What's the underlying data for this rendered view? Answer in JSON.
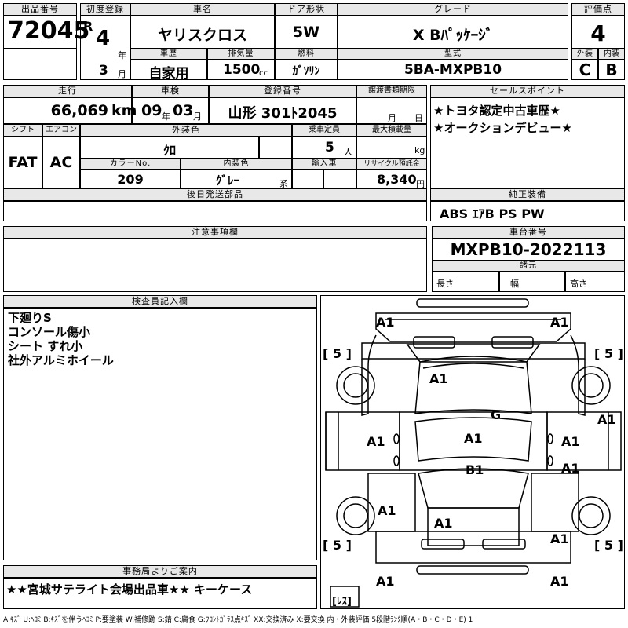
{
  "lot": {
    "label": "出品番号",
    "value": "72045"
  },
  "first_reg": {
    "label": "初度登録",
    "era": "R",
    "year": "4",
    "year_unit": "年",
    "month": "3",
    "month_unit": "月"
  },
  "car_name": {
    "label": "車名",
    "value": "ヤリスクロス"
  },
  "door": {
    "label": "ドア形状",
    "value": "5W"
  },
  "grade": {
    "label": "グレード",
    "value": "X Bﾊﾟｯｹｰｼﾞ"
  },
  "score": {
    "label": "評価点",
    "value": "4",
    "ext_label": "外装",
    "int_label": "内装",
    "ext": "C",
    "int": "B"
  },
  "history": {
    "label": "車歴",
    "value": "自家用"
  },
  "displacement": {
    "label": "排気量",
    "value": "1500",
    "unit": "cc"
  },
  "fuel": {
    "label": "燃料",
    "value": "ｶﾞｿﾘﾝ"
  },
  "model": {
    "label": "型式",
    "value": "5BA-MXPB10"
  },
  "mileage": {
    "label": "走行",
    "value": "66,069",
    "unit": "km"
  },
  "inspection": {
    "label": "車検",
    "year": "09",
    "year_unit": "年",
    "month": "03",
    "month_unit": "月"
  },
  "plate": {
    "label": "登録番号",
    "value": "山形 301ﾄ2045"
  },
  "transfer": {
    "label": "譲渡書類期限",
    "month_unit": "月",
    "day_unit": "日"
  },
  "shift": {
    "label": "シフト",
    "value": "FAT"
  },
  "aircon": {
    "label": "エアコン",
    "value": "AC"
  },
  "ext_color": {
    "label": "外装色",
    "value": "ｸﾛ"
  },
  "capacity": {
    "label": "乗車定員",
    "value": "5",
    "unit": "人"
  },
  "max_load": {
    "label": "最大積載量",
    "unit": "kg"
  },
  "color_no": {
    "label": "カラーNo.",
    "value": "209"
  },
  "int_color": {
    "label": "内装色",
    "value": "ｸﾞﾚｰ",
    "unit": "系"
  },
  "import": {
    "label": "輸入車"
  },
  "recycle": {
    "label": "リサイクル預託金",
    "value": "8,340",
    "unit": "円"
  },
  "later_parts": {
    "label": "後日発送部品"
  },
  "sales_points": {
    "label": "セールスポイント",
    "items": [
      "★トヨタ認定中古車歴★",
      "★オークションデビュー★"
    ]
  },
  "equipment": {
    "label": "純正装備",
    "value": "ABS ｴｱB PS PW"
  },
  "notes": {
    "label": "注意事項欄"
  },
  "chassis": {
    "label": "車台番号",
    "value": "MXPB10-2022113"
  },
  "dims": {
    "label": "諸元",
    "length": "長さ",
    "width": "幅",
    "height": "高さ"
  },
  "inspector": {
    "label": "検査員記入欄",
    "lines": [
      "下廻りS",
      "コンソール傷小",
      "シート すれ小",
      "社外アルミホイール"
    ]
  },
  "diagram": {
    "marks": [
      "A1",
      "A1",
      "A1",
      "G",
      "A1",
      "A1",
      "A1",
      "A1",
      "B1",
      "A1",
      "A1",
      "A1",
      "A1",
      "A1",
      "A1",
      "A1"
    ],
    "tire": "[ 5 ]",
    "spare": "[ﾚｽ]"
  },
  "office": {
    "label": "事務局よりご案内",
    "value": "★★宮城サテライト会場出品車★★ キーケース"
  },
  "legend": "A:ｷｽﾞ U:ﾍｺﾐ B:ｷｽﾞを伴うﾍｺﾐ P:要塗装 W:補修跡 S:錆 C:腐食 G:ﾌﾛﾝﾄｶﾞﾗｽ点ｷｽﾞ XX:交換済み X:要交換 内・外装評価 5段階ﾗﾝｸ順(A・B・C・D・E) 1"
}
